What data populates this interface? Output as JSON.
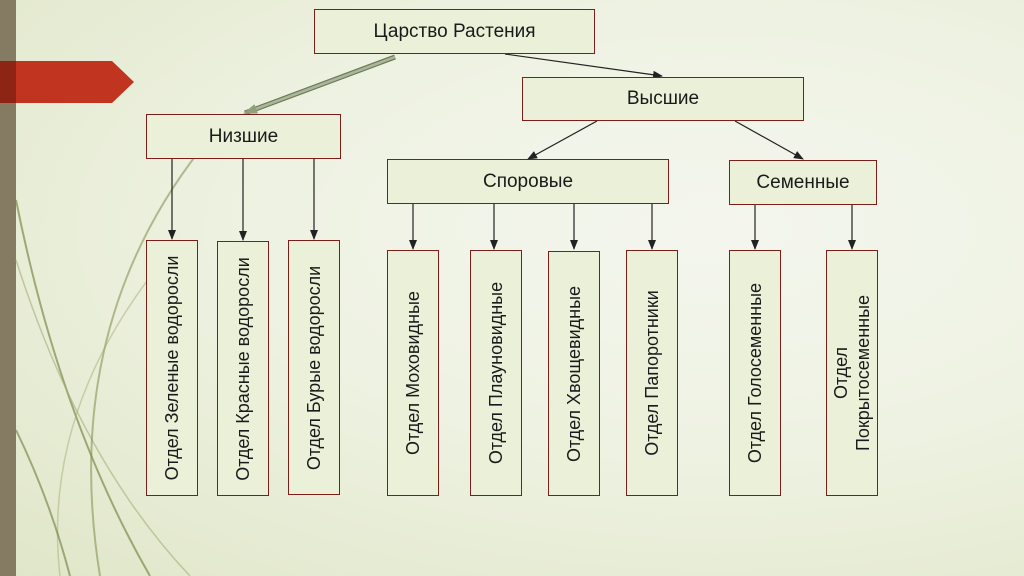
{
  "diagram": {
    "root": "Царство Растения",
    "lower": {
      "label": "Низшие",
      "divisions": [
        "Отдел Зеленые водоросли",
        "Отдел Красные водоросли",
        "Отдел Бурые водоросли"
      ]
    },
    "higher": {
      "label": "Высшие",
      "spore": {
        "label": "Споровые",
        "divisions": [
          "Отдел Моховидные",
          "Отдел Плауновидные",
          "Отдел Хвощевидные",
          "Отдел Папоротники"
        ]
      },
      "seed": {
        "label": "Семенные",
        "divisions": [
          "Отдел Голосеменные",
          "Отдел Покрытосеменные"
        ]
      }
    }
  }
}
